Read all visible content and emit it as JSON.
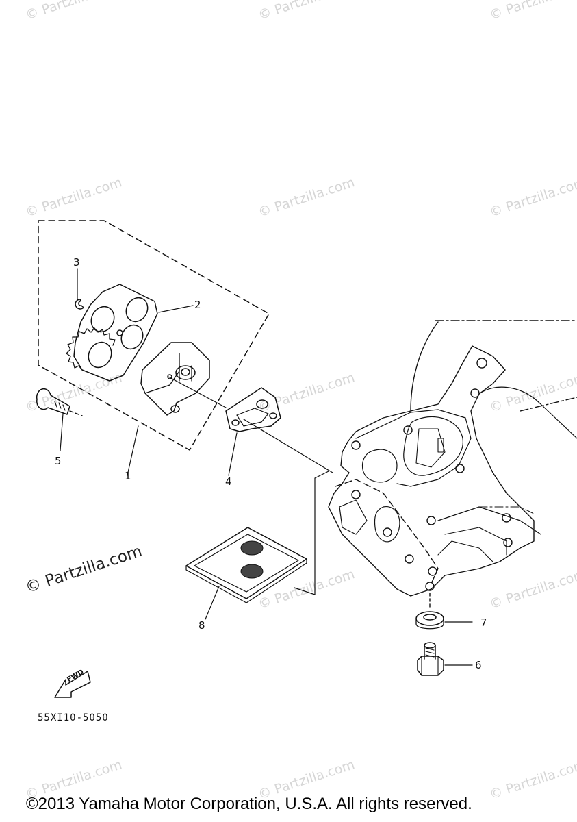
{
  "watermark": "© Partzilla.com",
  "callouts": {
    "c1": "1",
    "c2": "2",
    "c3": "3",
    "c4": "4",
    "c5": "5",
    "c6": "6",
    "c7": "7",
    "c8": "8"
  },
  "fwd_label": "FWD",
  "diagram_code": "55XI10-5050",
  "copyright": "©2013 Yamaha Motor Corporation, U.S.A. All rights reserved."
}
